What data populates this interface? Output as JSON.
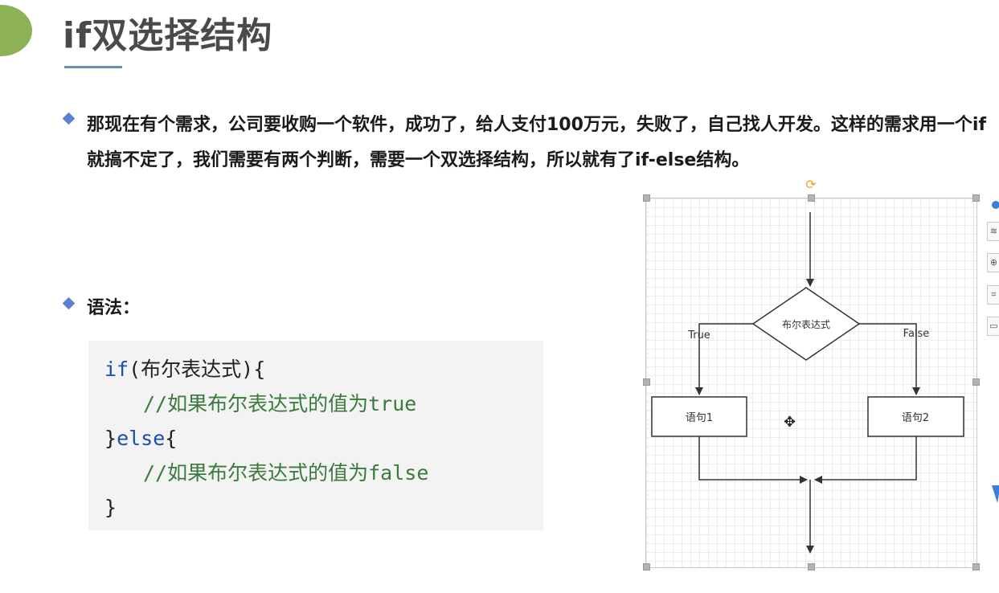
{
  "slide": {
    "title": "if双选择结构",
    "paragraph": "那现在有个需求，公司要收购一个软件，成功了，给人支付100万元，失败了，自己找人开发。这样的需求用一个if就搞不定了，我们需要有两个判断，需要一个双选择结构，所以就有了if-else结构。",
    "syntax_label": "语法：",
    "code": {
      "l1_kw": "if",
      "l1_rest": "(布尔表达式){",
      "l2_comment": "//如果布尔表达式的值为",
      "l2_value": "true",
      "l3_open": "}",
      "l3_kw": "else",
      "l3_close": "{",
      "l4_comment": "//如果布尔表达式的值为",
      "l4_value": "false",
      "l5": "}"
    }
  },
  "flowchart": {
    "decision_label": "布尔表达式",
    "true_label": "True",
    "false_label": "False",
    "box1_label": "语句1",
    "box2_label": "语句2"
  },
  "toolbar": {
    "icons": [
      "zoom-out-icon",
      "layers-icon",
      "zoom-in-icon",
      "fit-icon",
      "page-icon",
      "scroll-icon"
    ]
  },
  "colors": {
    "accent_green": "#8db255",
    "bullet_blue": "#5b7fd1",
    "keyword_blue": "#1a4fb0",
    "comment_green": "#3a7a3a",
    "rotate_orange": "#f2a020"
  }
}
